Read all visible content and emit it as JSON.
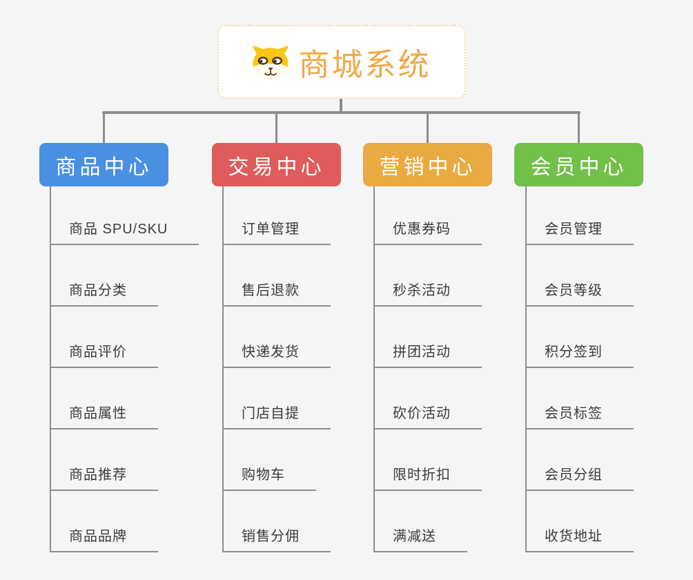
{
  "root": {
    "title": "商城系统",
    "icon": "shiba-dog-logo-icon",
    "title_color": "#F0A848",
    "border_color": "#F2D49E"
  },
  "branches": [
    {
      "label": "商品中心",
      "color": "#4A90E2",
      "children": [
        "商品 SPU/SKU",
        "商品分类",
        "商品评价",
        "商品属性",
        "商品推荐",
        "商品品牌"
      ]
    },
    {
      "label": "交易中心",
      "color": "#E05C5C",
      "children": [
        "订单管理",
        "售后退款",
        "快递发货",
        "门店自提",
        "购物车",
        "销售分佣"
      ]
    },
    {
      "label": "营销中心",
      "color": "#EAAA42",
      "children": [
        "优惠券码",
        "秒杀活动",
        "拼团活动",
        "砍价活动",
        "限时折扣",
        "满减送"
      ]
    },
    {
      "label": "会员中心",
      "color": "#72BF4A",
      "children": [
        "会员管理",
        "会员等级",
        "积分签到",
        "会员标签",
        "会员分组",
        "收货地址"
      ]
    }
  ],
  "colors": {
    "background": "#F5F5F5",
    "connector": "#8C8C8C",
    "child_text": "#3B3B3B",
    "branch_text": "#FFFFFF"
  }
}
